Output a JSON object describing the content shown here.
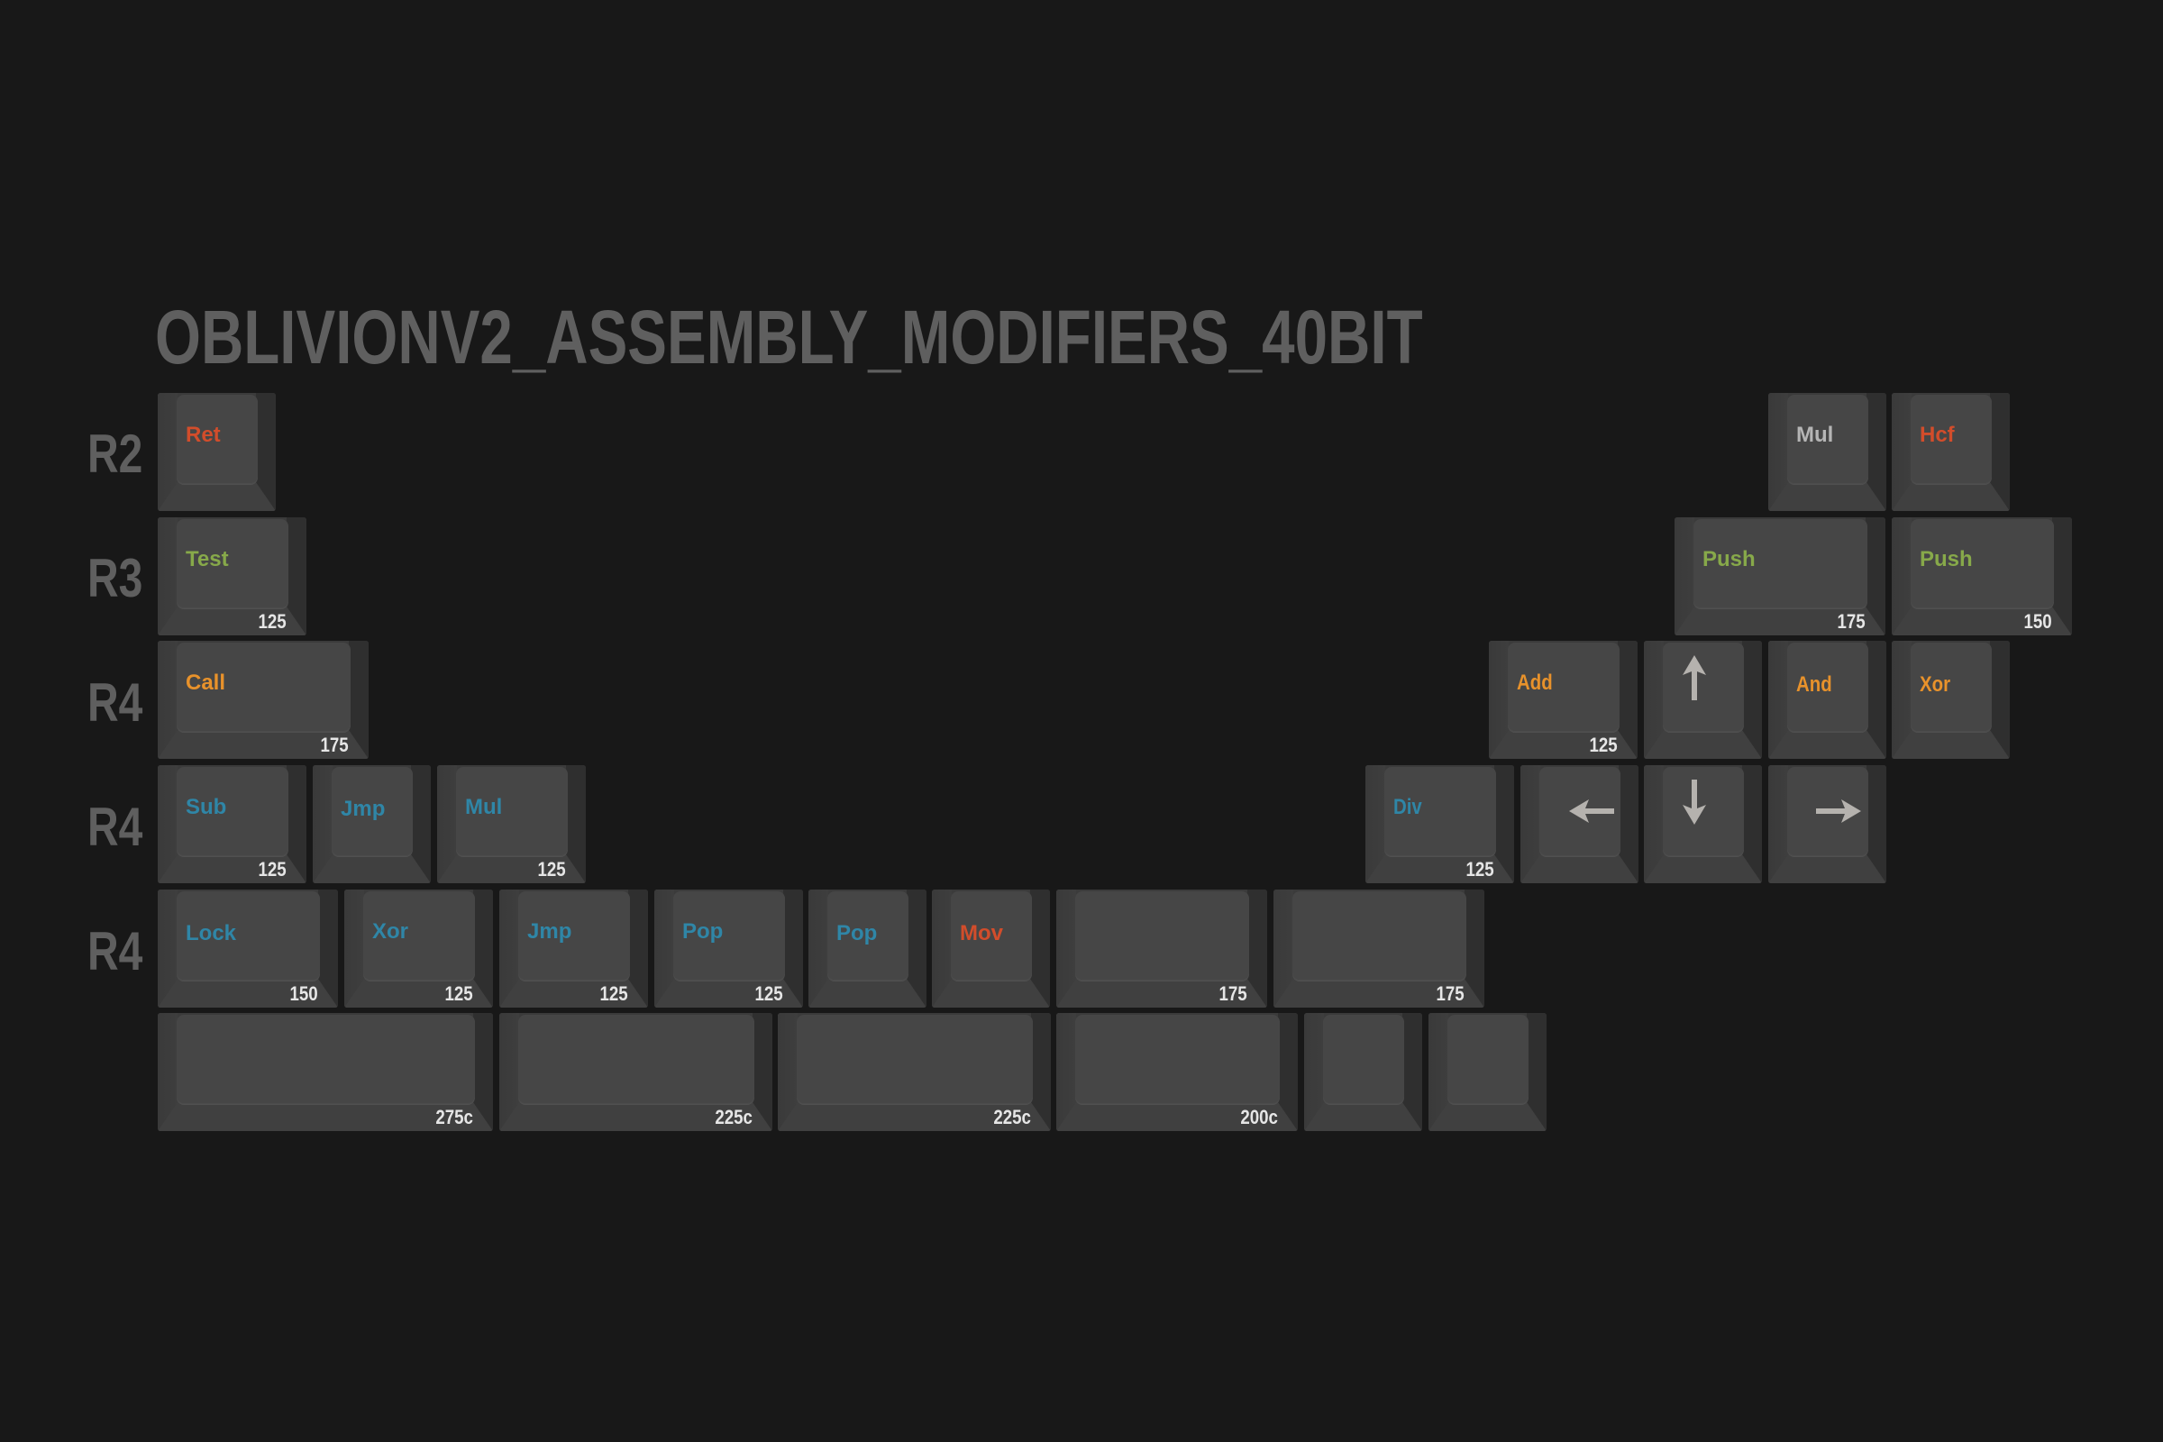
{
  "title": "OBLIVIONV2_ASSEMBLY_MODIFIERS_40BIT",
  "colors": {
    "background": "#181818",
    "red": "#d24d2b",
    "green": "#87a94a",
    "orange": "#e8922b",
    "blue": "#2f86a7",
    "gray": "#b5b5b5",
    "size_label": "#e6e6e6",
    "row_label": "#5f5f5f"
  },
  "row_labels": [
    "R2",
    "R3",
    "R4",
    "R4",
    "R4"
  ],
  "keys": {
    "r2_ret": {
      "legend": "Ret",
      "color": "red",
      "size": ""
    },
    "r2_mul": {
      "legend": "Mul",
      "color": "gray",
      "size": ""
    },
    "r2_hcf": {
      "legend": "Hcf",
      "color": "red",
      "size": ""
    },
    "r3_test": {
      "legend": "Test",
      "color": "green",
      "size": "125"
    },
    "r3_push1": {
      "legend": "Push",
      "color": "green",
      "size": "175"
    },
    "r3_push2": {
      "legend": "Push",
      "color": "green",
      "size": "150"
    },
    "r4a_call": {
      "legend": "Call",
      "color": "orange",
      "size": "175"
    },
    "r4a_add": {
      "legend": "Add",
      "color": "orange",
      "size": "125"
    },
    "r4a_up": {
      "legend": "up-arrow-icon",
      "color": "gray",
      "size": ""
    },
    "r4a_and": {
      "legend": "And",
      "color": "orange",
      "size": ""
    },
    "r4a_xor": {
      "legend": "Xor",
      "color": "orange",
      "size": ""
    },
    "r4b_sub": {
      "legend": "Sub",
      "color": "blue",
      "size": "125"
    },
    "r4b_jmp": {
      "legend": "Jmp",
      "color": "blue",
      "size": ""
    },
    "r4b_mul": {
      "legend": "Mul",
      "color": "blue",
      "size": "125"
    },
    "r4b_div": {
      "legend": "Div",
      "color": "blue",
      "size": "125"
    },
    "r4b_left": {
      "legend": "left-arrow-icon",
      "color": "gray",
      "size": ""
    },
    "r4b_down": {
      "legend": "down-arrow-icon",
      "color": "gray",
      "size": ""
    },
    "r4b_right": {
      "legend": "right-arrow-icon",
      "color": "gray",
      "size": ""
    },
    "r4c_lock": {
      "legend": "Lock",
      "color": "blue",
      "size": "150"
    },
    "r4c_xor": {
      "legend": "Xor",
      "color": "blue",
      "size": "125"
    },
    "r4c_jmp": {
      "legend": "Jmp",
      "color": "blue",
      "size": "125"
    },
    "r4c_pop1": {
      "legend": "Pop",
      "color": "blue",
      "size": "125"
    },
    "r4c_pop2": {
      "legend": "Pop",
      "color": "blue",
      "size": ""
    },
    "r4c_mov": {
      "legend": "Mov",
      "color": "red",
      "size": ""
    },
    "r4c_blank1": {
      "legend": "",
      "size": "175"
    },
    "r4c_blank2": {
      "legend": "",
      "size": "175"
    },
    "sp_275": {
      "legend": "",
      "size": "275c"
    },
    "sp_225a": {
      "legend": "",
      "size": "225c"
    },
    "sp_225b": {
      "legend": "",
      "size": "225c"
    },
    "sp_200": {
      "legend": "",
      "size": "200c"
    },
    "sp_1u_a": {
      "legend": "",
      "size": ""
    },
    "sp_1u_b": {
      "legend": "",
      "size": ""
    }
  }
}
